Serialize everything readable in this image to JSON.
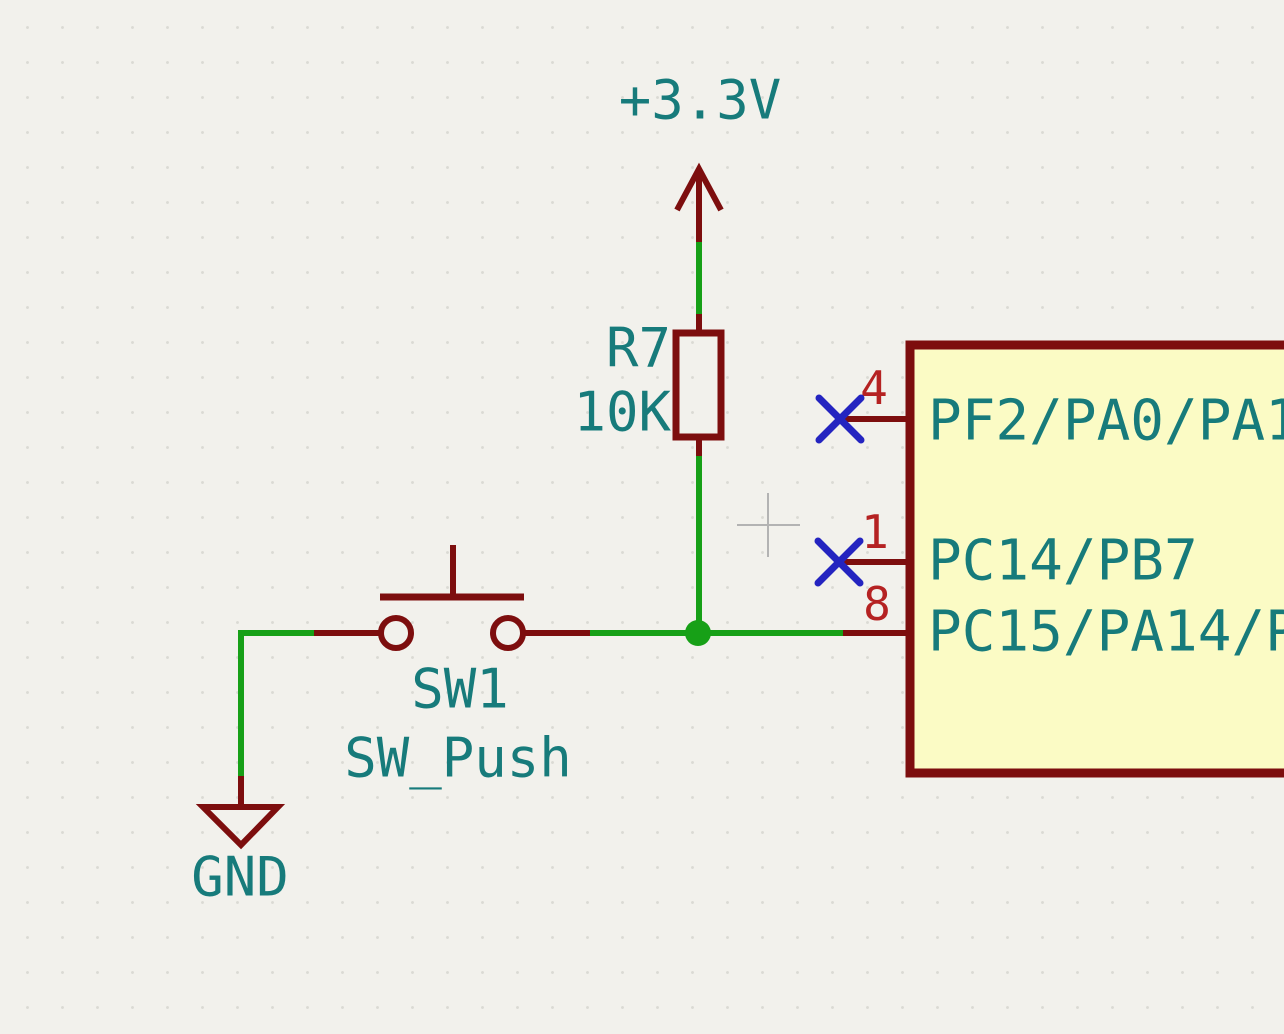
{
  "colors": {
    "background": "#F2F1EC",
    "grid_dot": "#DBDAD4",
    "wire_green": "#17A017",
    "symbol_outline_dark_red": "#7D0E0E",
    "pin_number_red": "#B52222",
    "label_teal": "#177B7B",
    "no_connect_blue": "#2424C0",
    "ic_fill_yellow": "#FBFBC5",
    "cursor_gray": "#B3B3B3"
  },
  "power_symbol": {
    "label": "+3.3V"
  },
  "resistor": {
    "reference": "R7",
    "value": "10K"
  },
  "switch": {
    "reference": "SW1",
    "value": "SW_Push"
  },
  "ground_symbol": {
    "label": "GND"
  },
  "ic": {
    "pins": [
      {
        "number": "4",
        "name": "PF2/PA0/PA1",
        "no_connect": true
      },
      {
        "number": "1",
        "name": "PC14/PB7",
        "no_connect": true
      },
      {
        "number": "8",
        "name": "PC15/PA14/P",
        "no_connect": false
      }
    ]
  },
  "cursor": {
    "type": "crosshair"
  }
}
